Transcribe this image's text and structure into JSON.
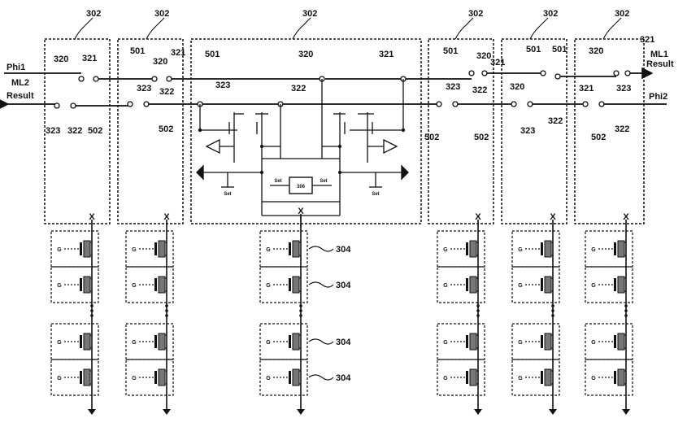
{
  "signals": {
    "phi1": "Phi1",
    "ml2": "ML2",
    "result_left": "Result",
    "ml1": "ML1",
    "result_right": "Result",
    "phi2": "Phi2"
  },
  "callouts": {
    "cell": "302",
    "switch_a": "320",
    "switch_b": "321",
    "switch_c": "322",
    "switch_d": "323",
    "line_top": "501",
    "line_bottom": "502",
    "transistor": "304"
  },
  "circuit": {
    "amp_box": "306",
    "set": "Set",
    "x": "X",
    "g": "G"
  }
}
